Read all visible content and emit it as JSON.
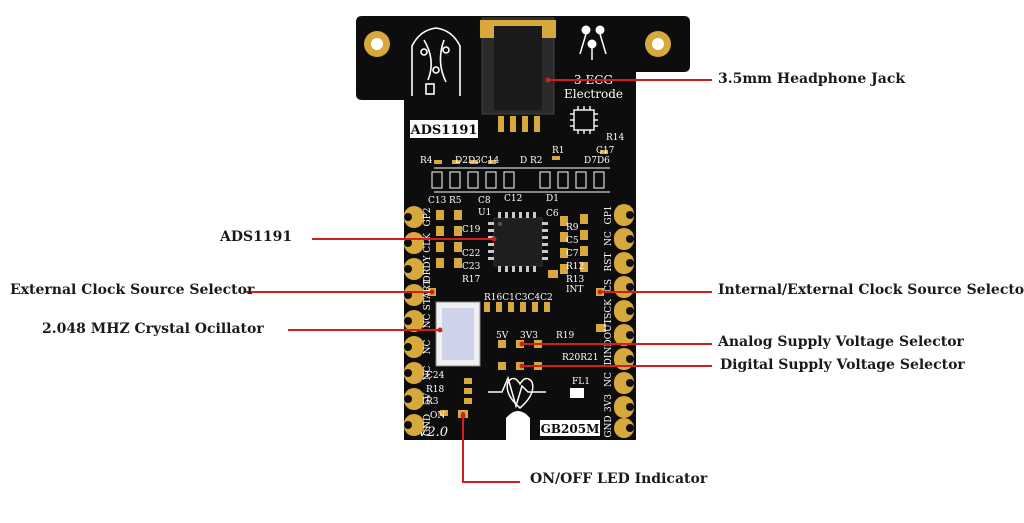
{
  "colors": {
    "pcb": "#0d0d0d",
    "gold": "#d7a83c",
    "silkscreen": "#ffffff",
    "leader_line": "#d21e1e",
    "label_text": "#1a1a1a"
  },
  "board": {
    "chip_label": "ADS1191",
    "electrode_text_1": "3 ECG",
    "electrode_text_2": "Electrode",
    "model": "GB205M",
    "version": "V2.0",
    "silk_labels": [
      "R4",
      "D2D3C14",
      "D",
      "R2",
      "R1",
      "D7D6",
      "C17",
      "R14",
      "C13",
      "R5",
      "C8",
      "U1",
      "C12",
      "D1",
      "C19",
      "C6",
      "R9",
      "C5",
      "C7",
      "C22",
      "C23",
      "R12",
      "R13",
      "R17",
      "INT",
      "R16C1C3C4C2",
      "5V",
      "3V3",
      "R19",
      "R20R21",
      "C24",
      "R18",
      "R3",
      "ON",
      "FL1"
    ],
    "left_pins": [
      "GP2",
      "CLK",
      "DRDY",
      "START",
      "NC",
      "NC",
      "NC",
      "5V",
      "GND"
    ],
    "right_pins": [
      "GP1",
      "NC",
      "RST",
      "CS",
      "SCK",
      "DOUT",
      "DIN",
      "NC",
      "3V3",
      "GND"
    ]
  },
  "callouts": {
    "headphone_jack": "3.5mm Headphone Jack",
    "ads1191": "ADS1191",
    "ext_clock": "External Clock Source Selector",
    "int_ext_clock": "Internal/External Clock Source Selector",
    "crystal": "2.048 MHZ Crystal Ocillator",
    "analog_supply": "Analog Supply Voltage Selector",
    "digital_supply": "Digital Supply Voltage Selector",
    "onoff_led": "ON/OFF LED Indicator"
  }
}
